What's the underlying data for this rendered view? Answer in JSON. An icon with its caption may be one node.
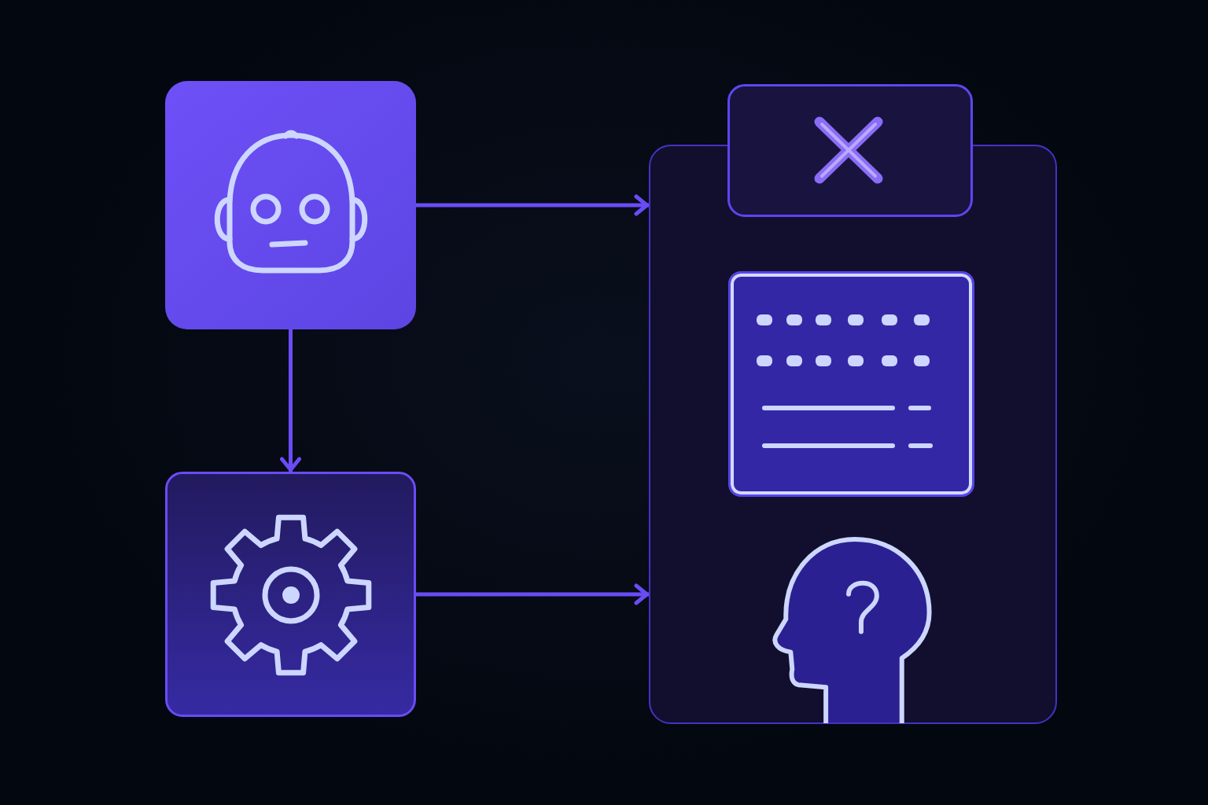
{
  "diagram": {
    "nodes": [
      {
        "text": [],
        "shape": "picture"
      },
      {
        "text": [],
        "shape": "picture"
      },
      {
        "text": [],
        "shape": "box"
      },
      {
        "text": [],
        "shape": "picture"
      },
      {
        "text": [],
        "shape": "picture",
        "in": 2
      },
      {
        "text": [],
        "shape": "picture",
        "in": 2
      }
    ],
    "edges": [
      {
        "from": 0,
        "to": 2,
        "arrow": "to"
      },
      {
        "from": 0,
        "to": 1,
        "arrow": "to"
      },
      {
        "from": 1,
        "to": 2,
        "arrow": "to"
      }
    ]
  }
}
